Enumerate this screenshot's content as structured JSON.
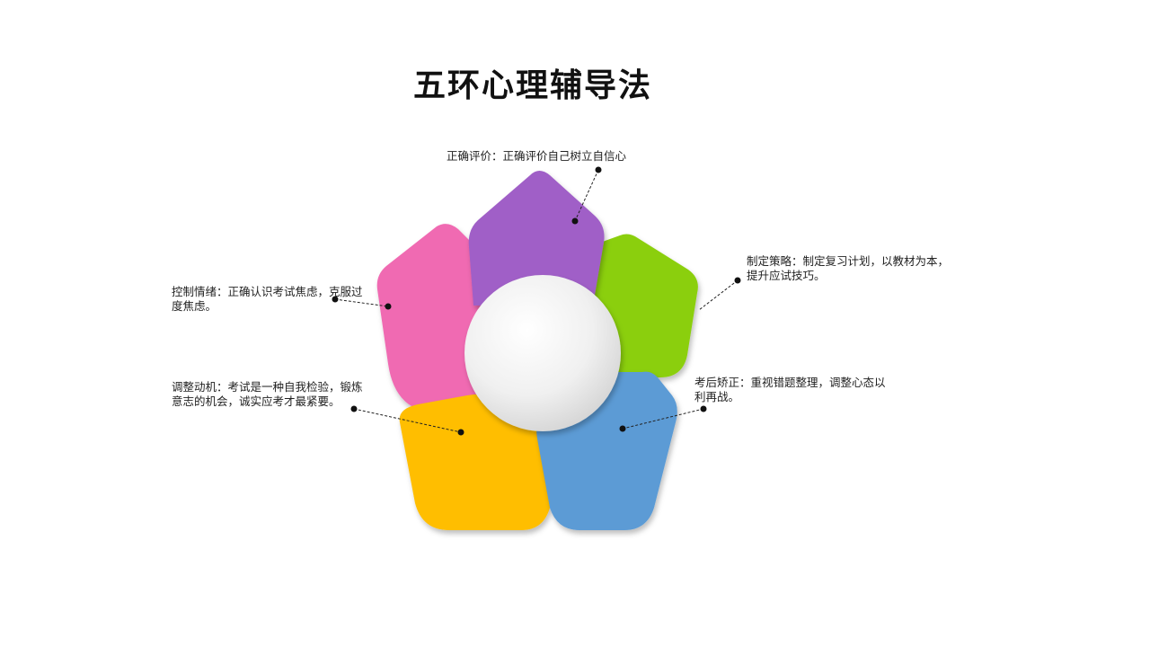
{
  "title": "五环心理辅导法",
  "petals": [
    {
      "name": "purple",
      "color": "#A05FC7",
      "label": "正确评价：正确评价自己树立自信心"
    },
    {
      "name": "green",
      "color": "#8BCF0E",
      "label_lines": [
        "制定策略：制定复习计划，以教材为本，",
        "提升应试技巧。"
      ]
    },
    {
      "name": "pink",
      "color": "#F06BB2",
      "label_lines": [
        "控制情绪：正确认识考试焦虑，克服过",
        "度焦虑。"
      ]
    },
    {
      "name": "yellow",
      "color": "#FFBE00",
      "label_lines": [
        "调整动机：考试是一种自我检验，锻炼",
        "意志的机会，诚实应考才最紧要。"
      ]
    },
    {
      "name": "blue",
      "color": "#5B9BD5",
      "label_lines": [
        "考后矫正：重视错题整理，调整心态以",
        "利再战。"
      ]
    }
  ]
}
